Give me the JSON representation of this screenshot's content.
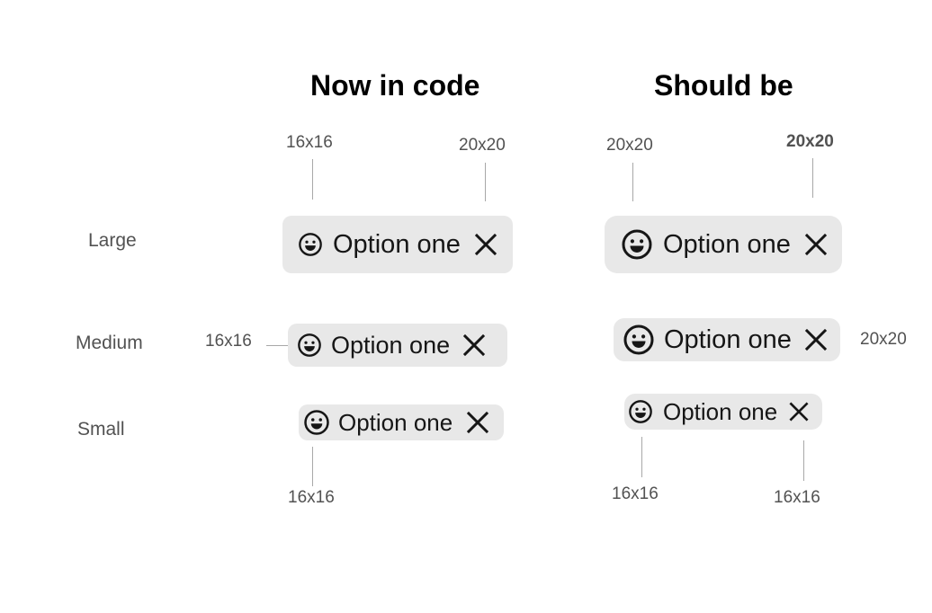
{
  "columns": {
    "now": "Now in code",
    "should": "Should be"
  },
  "rows": {
    "large": "Large",
    "medium": "Medium",
    "small": "Small"
  },
  "chip_label": "Option one",
  "icons": {
    "leading": "smiley-face-icon",
    "trailing": "close-icon"
  },
  "dimensions": {
    "now_large_leading": "16x16",
    "now_large_close": "20x20",
    "now_medium_leading": "16x16",
    "now_small_leading": "16x16",
    "should_large_leading": "20x20",
    "should_large_close": "20x20",
    "should_medium_close": "20x20",
    "should_small_leading": "16x16",
    "should_small_close": "16x16"
  },
  "colors": {
    "chip_background": "#e8e8e8",
    "text": "#161616",
    "annotation": "#525252",
    "leader_line": "#a8a8a8"
  }
}
